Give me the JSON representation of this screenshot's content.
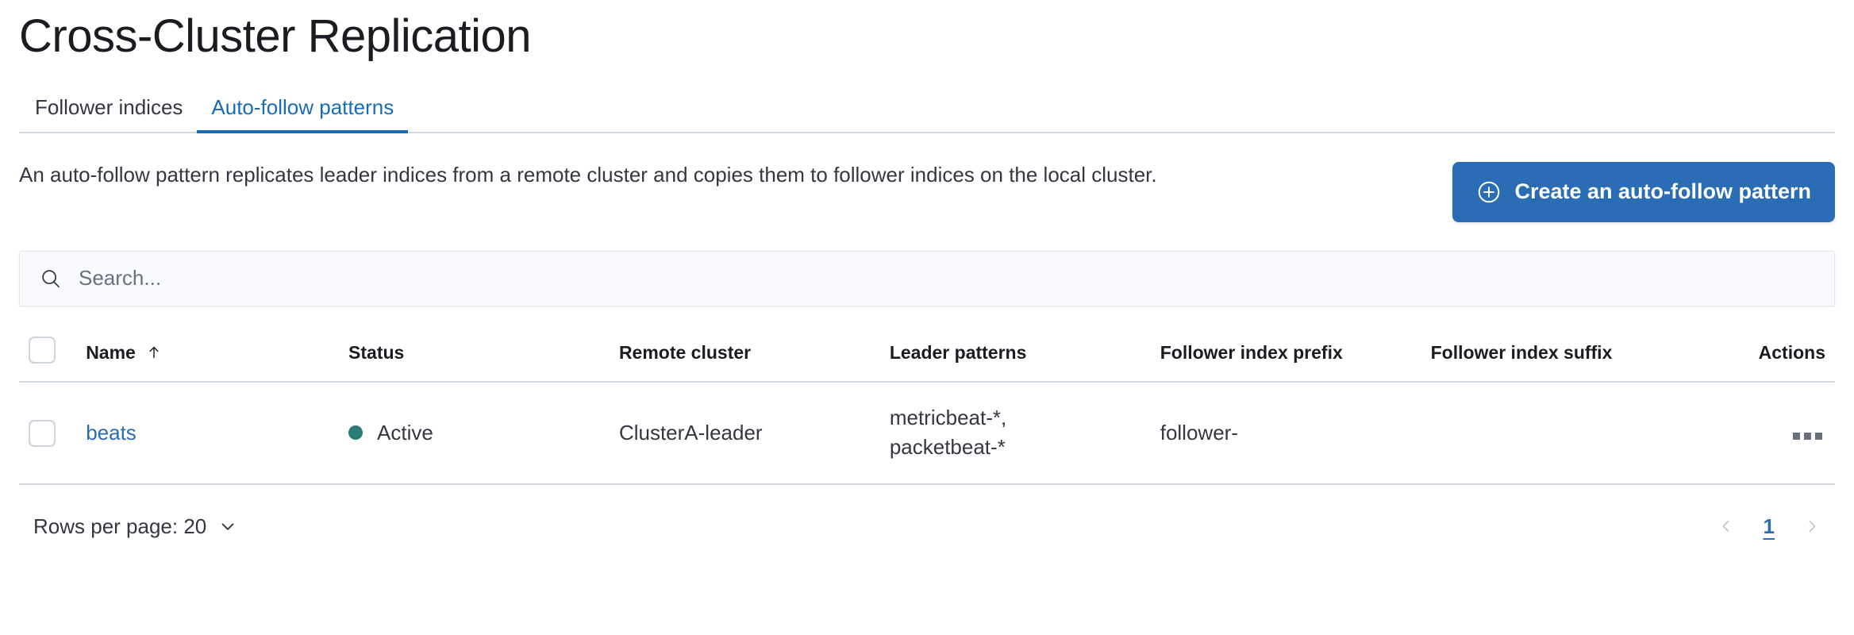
{
  "header": {
    "title": "Cross-Cluster Replication"
  },
  "tabs": [
    {
      "label": "Follower indices",
      "active": false,
      "name": "tab-follower-indices"
    },
    {
      "label": "Auto-follow patterns",
      "active": true,
      "name": "tab-auto-follow-patterns"
    }
  ],
  "intro": {
    "description": "An auto-follow pattern replicates leader indices from a remote cluster and copies them to follower indices on the local cluster.",
    "create_button_label": "Create an auto-follow pattern",
    "create_button_icon": "plus-in-circle-icon"
  },
  "search": {
    "placeholder": "Search...",
    "value": "",
    "icon": "search-icon"
  },
  "table": {
    "columns": [
      {
        "label": "Name",
        "sorted": "asc",
        "sort_icon": "arrow-up-icon"
      },
      {
        "label": "Status"
      },
      {
        "label": "Remote cluster"
      },
      {
        "label": "Leader patterns"
      },
      {
        "label": "Follower index prefix"
      },
      {
        "label": "Follower index suffix"
      },
      {
        "label": "Actions"
      }
    ],
    "rows": [
      {
        "selected": false,
        "name": "beats",
        "status": "Active",
        "status_color": "#2a7b74",
        "remote_cluster": "ClusterA-leader",
        "leader_patterns": "metricbeat-*,\npacketbeat-*",
        "follower_index_prefix": "follower-",
        "follower_index_suffix": "",
        "actions_icon": "more-actions-icon"
      }
    ]
  },
  "footer": {
    "rows_per_page_label": "Rows per page: 20",
    "rows_per_page_icon": "chevron-down-icon",
    "pagination": {
      "prev_icon": "chevron-left-icon",
      "next_icon": "chevron-right-icon",
      "current_page": "1"
    }
  },
  "colors": {
    "accent_blue": "#2a6db5",
    "tab_active_blue": "#1a6bb5",
    "status_green": "#2a7b74",
    "border_gray": "#d3dae6",
    "text_dark": "#343741"
  }
}
